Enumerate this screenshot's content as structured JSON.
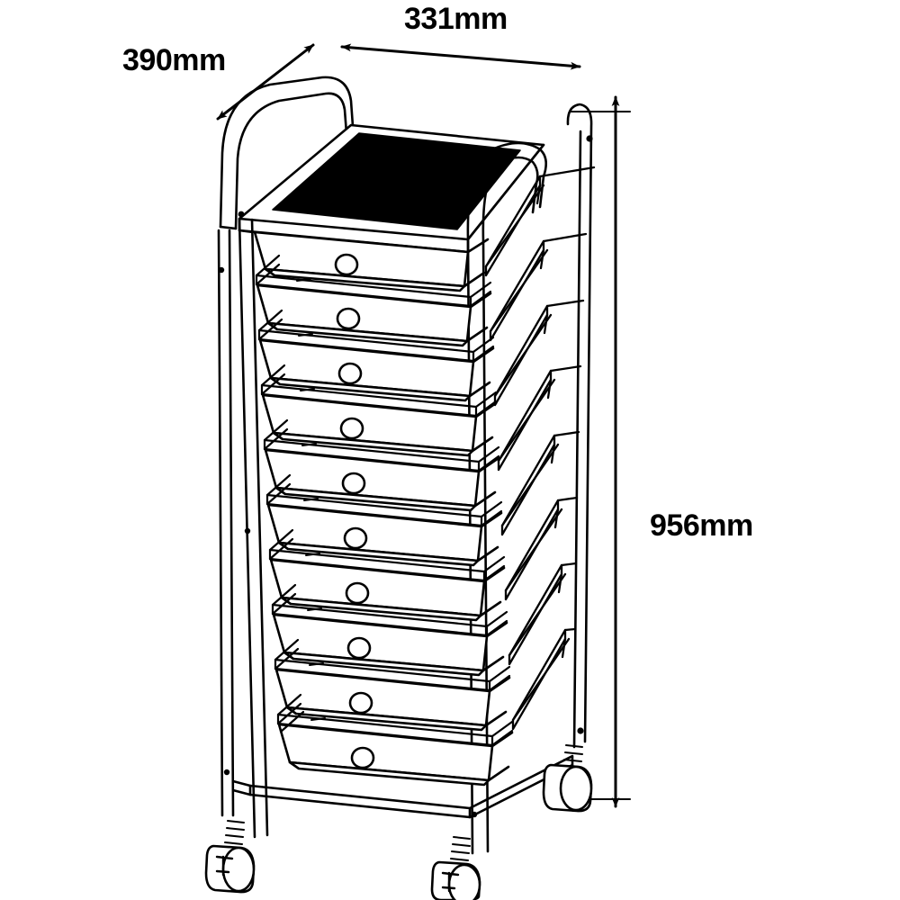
{
  "drawing": {
    "title": "Rolling storage cart dimensioned technical drawing",
    "product": "10-drawer rolling storage trolley",
    "background_color": "#ffffff",
    "line_color": "#000000",
    "fill_color": "#ffffff",
    "accent_color": "#000000",
    "projection": "isometric-perspective line drawing",
    "drawer_count": 10,
    "caster_count": 3,
    "top_panel": "black mesh top panel"
  },
  "dimensions": {
    "depth": {
      "label": "390mm",
      "value": 390,
      "unit": "mm",
      "axis": "depth",
      "arrow": "double-headed diagonal"
    },
    "width": {
      "label": "331mm",
      "value": 331,
      "unit": "mm",
      "axis": "width",
      "arrow": "double-headed horizontal"
    },
    "height": {
      "label": "956mm",
      "value": 956,
      "unit": "mm",
      "axis": "height",
      "arrow": "double-headed vertical"
    }
  },
  "parts": {
    "handle": "tubular push handle loop",
    "frame": "steel tube frame",
    "top_panel": "mesh top shelf",
    "drawers": "stacked plastic pull-out trays",
    "drawer_pull": "circular finger hole",
    "rails": "horizontal drawer support rails",
    "casters": "swivel casters",
    "brake": "caster brake lever"
  }
}
